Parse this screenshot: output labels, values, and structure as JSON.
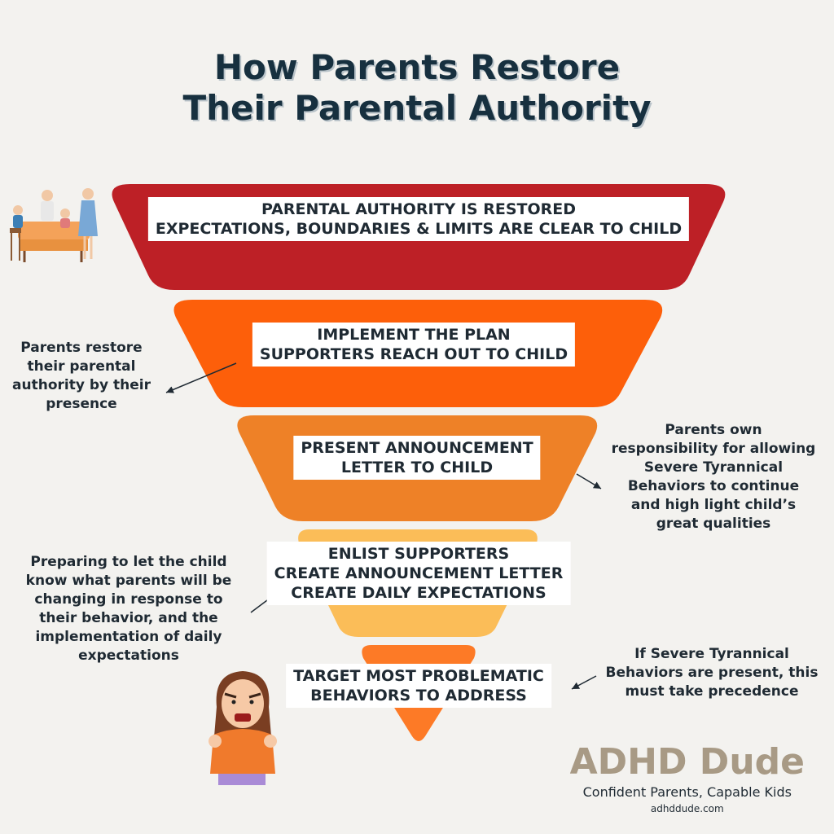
{
  "title": {
    "line1": "How Parents Restore",
    "line2": "Their Parental Authority"
  },
  "levels": [
    {
      "lines": [
        "PARENTAL AUTHORITY IS RESTORED",
        "EXPECTATIONS, BOUNDARIES & LIMITS ARE CLEAR TO CHILD"
      ],
      "color": "#bd2026"
    },
    {
      "lines": [
        "IMPLEMENT THE PLAN",
        "SUPPORTERS REACH OUT TO CHILD"
      ],
      "color": "#fd5f0a"
    },
    {
      "lines": [
        "PRESENT ANNOUNCEMENT",
        "LETTER TO CHILD"
      ],
      "color": "#ee8127"
    },
    {
      "lines": [
        "ENLIST SUPPORTERS",
        "CREATE ANNOUNCEMENT LETTER",
        "CREATE DAILY EXPECTATIONS"
      ],
      "color": "#fbbd58"
    },
    {
      "lines": [
        "TARGET MOST PROBLEMATIC",
        "BEHAVIORS TO ADDRESS"
      ],
      "color": "#fd7a26"
    }
  ],
  "notes": {
    "authority_presence": [
      "Parents restore",
      "their parental",
      "authority by their",
      "presence"
    ],
    "own_responsibility": [
      "Parents own",
      "responsibility for allowing",
      "Severe Tyrannical",
      "Behaviors to continue",
      "and high light child’s",
      "great qualities"
    ],
    "preparing": [
      "Preparing to let the child",
      "know what parents will be",
      "changing in response to",
      "their behavior, and the",
      "implementation of daily",
      "expectations"
    ],
    "precedence": [
      "If Severe Tyrannical",
      "Behaviors are present, this",
      "must take precedence"
    ]
  },
  "brand": {
    "name": "ADHD Dude",
    "tagline": "Confident Parents, Capable Kids",
    "url": "adhddude.com"
  },
  "colors": {
    "title": "#17303f",
    "background": "#f3f2ef",
    "brand": "#a89a85"
  },
  "icons": {
    "family_dinner": "family-dinner-illustration",
    "angry_child": "angry-girl-illustration"
  }
}
